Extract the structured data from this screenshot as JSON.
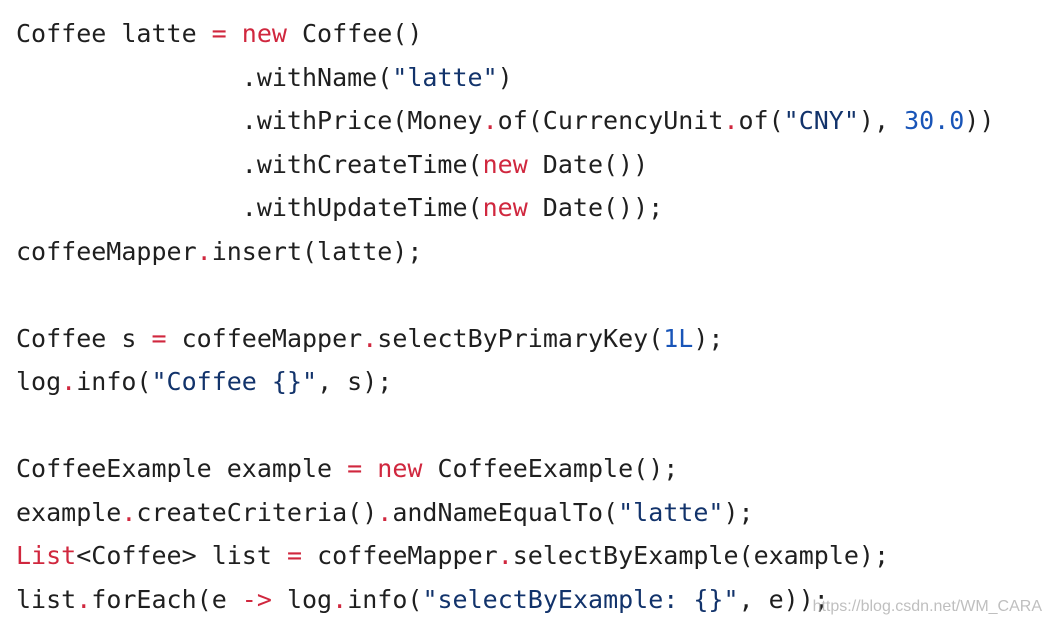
{
  "palette": {
    "background": "#ffffff",
    "default_text": "#1f1f1f",
    "keyword": "#d0273e",
    "operator_dot": "#d0273e",
    "string": "#12336b",
    "number": "#1955b8",
    "watermark": "#b4b4b4"
  },
  "code": {
    "lines": [
      [
        {
          "t": "Coffee latte ",
          "c": "default"
        },
        {
          "t": "=",
          "c": "op"
        },
        {
          "t": " ",
          "c": "default"
        },
        {
          "t": "new",
          "c": "keyword"
        },
        {
          "t": " Coffee()",
          "c": "default"
        }
      ],
      [
        {
          "t": "               .withName(",
          "c": "default"
        },
        {
          "t": "\"latte\"",
          "c": "string"
        },
        {
          "t": ")",
          "c": "default"
        }
      ],
      [
        {
          "t": "               .withPrice(Money",
          "c": "default"
        },
        {
          "t": ".",
          "c": "op"
        },
        {
          "t": "of(CurrencyUnit",
          "c": "default"
        },
        {
          "t": ".",
          "c": "op"
        },
        {
          "t": "of(",
          "c": "default"
        },
        {
          "t": "\"CNY\"",
          "c": "string"
        },
        {
          "t": "), ",
          "c": "default"
        },
        {
          "t": "30.0",
          "c": "number"
        },
        {
          "t": "))",
          "c": "default"
        }
      ],
      [
        {
          "t": "               .withCreateTime(",
          "c": "default"
        },
        {
          "t": "new",
          "c": "keyword"
        },
        {
          "t": " Date())",
          "c": "default"
        }
      ],
      [
        {
          "t": "               .withUpdateTime(",
          "c": "default"
        },
        {
          "t": "new",
          "c": "keyword"
        },
        {
          "t": " Date());",
          "c": "default"
        }
      ],
      [
        {
          "t": "coffeeMapper",
          "c": "default"
        },
        {
          "t": ".",
          "c": "op"
        },
        {
          "t": "insert(latte);",
          "c": "default"
        }
      ],
      [
        {
          "t": "",
          "c": "default"
        }
      ],
      [
        {
          "t": "Coffee s ",
          "c": "default"
        },
        {
          "t": "=",
          "c": "op"
        },
        {
          "t": " coffeeMapper",
          "c": "default"
        },
        {
          "t": ".",
          "c": "op"
        },
        {
          "t": "selectByPrimaryKey(",
          "c": "default"
        },
        {
          "t": "1L",
          "c": "number"
        },
        {
          "t": ");",
          "c": "default"
        }
      ],
      [
        {
          "t": "log",
          "c": "default"
        },
        {
          "t": ".",
          "c": "op"
        },
        {
          "t": "info(",
          "c": "default"
        },
        {
          "t": "\"Coffee {}\"",
          "c": "string"
        },
        {
          "t": ", s);",
          "c": "default"
        }
      ],
      [
        {
          "t": "",
          "c": "default"
        }
      ],
      [
        {
          "t": "CoffeeExample example ",
          "c": "default"
        },
        {
          "t": "=",
          "c": "op"
        },
        {
          "t": " ",
          "c": "default"
        },
        {
          "t": "new",
          "c": "keyword"
        },
        {
          "t": " CoffeeExample();",
          "c": "default"
        }
      ],
      [
        {
          "t": "example",
          "c": "default"
        },
        {
          "t": ".",
          "c": "op"
        },
        {
          "t": "createCriteria()",
          "c": "default"
        },
        {
          "t": ".",
          "c": "op"
        },
        {
          "t": "andNameEqualTo(",
          "c": "default"
        },
        {
          "t": "\"latte\"",
          "c": "string"
        },
        {
          "t": ");",
          "c": "default"
        }
      ],
      [
        {
          "t": "List",
          "c": "keyword"
        },
        {
          "t": "<Coffee>",
          "c": "default"
        },
        {
          "t": " list ",
          "c": "default"
        },
        {
          "t": "=",
          "c": "op"
        },
        {
          "t": " coffeeMapper",
          "c": "default"
        },
        {
          "t": ".",
          "c": "op"
        },
        {
          "t": "selectByExample(example);",
          "c": "default"
        }
      ],
      [
        {
          "t": "list",
          "c": "default"
        },
        {
          "t": ".",
          "c": "op"
        },
        {
          "t": "forEach(e ",
          "c": "default"
        },
        {
          "t": "->",
          "c": "op"
        },
        {
          "t": " log",
          "c": "default"
        },
        {
          "t": ".",
          "c": "op"
        },
        {
          "t": "info(",
          "c": "default"
        },
        {
          "t": "\"selectByExample: {}\"",
          "c": "string"
        },
        {
          "t": ", e));",
          "c": "default"
        }
      ]
    ]
  },
  "watermark": {
    "text": "https://blog.csdn.net/WM_CARA"
  }
}
